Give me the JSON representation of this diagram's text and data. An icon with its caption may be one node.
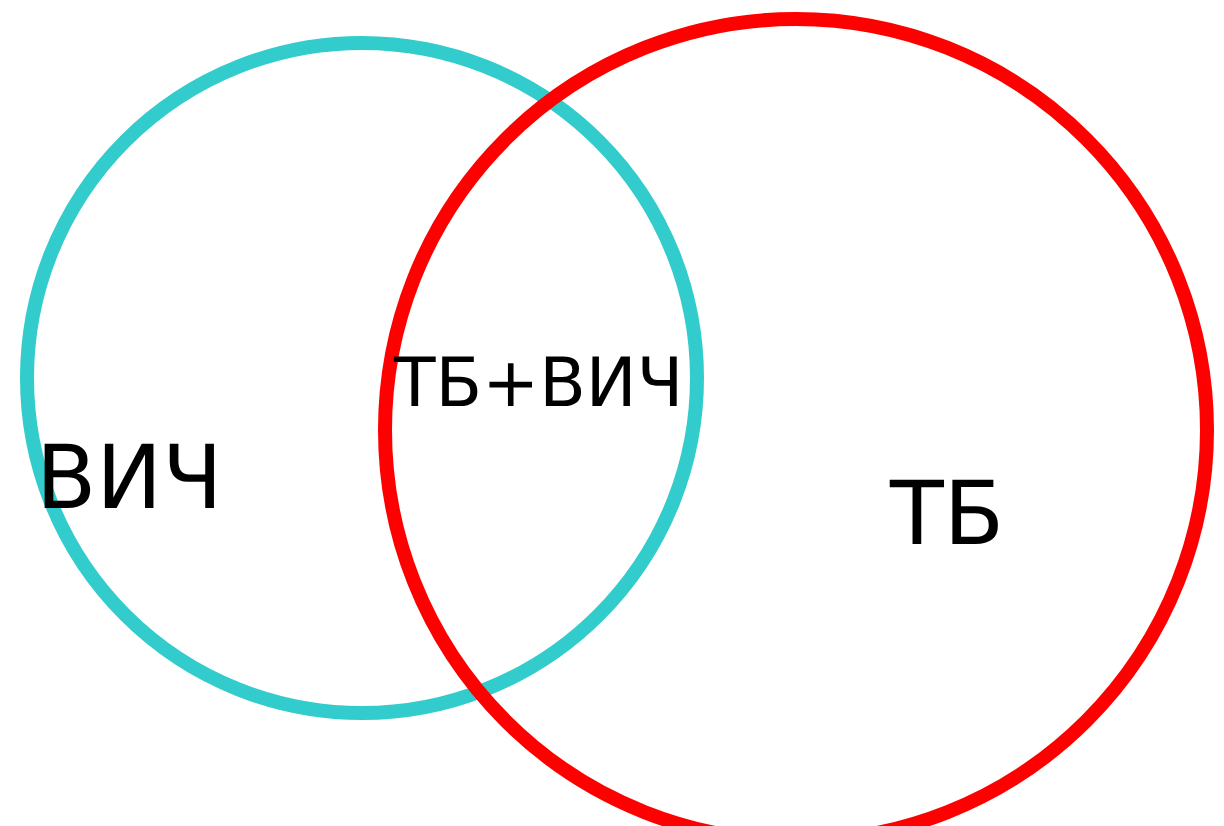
{
  "diagram": {
    "nodes": [
      {
        "text": [
          "ВИЧ"
        ]
      },
      {
        "text": [
          "ТБ"
        ]
      }
    ],
    "labels": [
      "ТБ+ВИЧ"
    ]
  }
}
